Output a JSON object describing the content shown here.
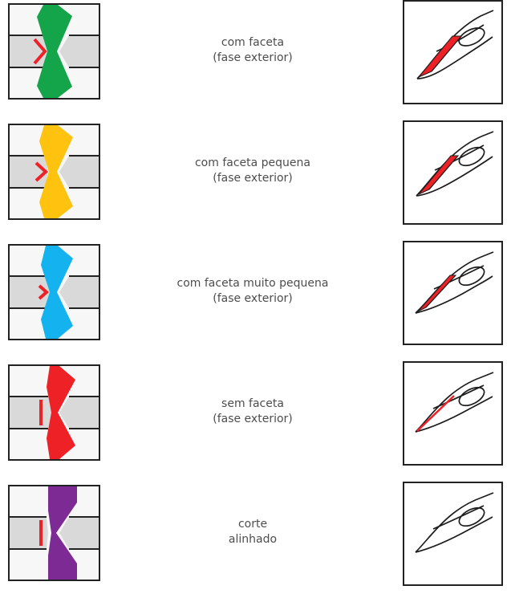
{
  "rows": [
    {
      "line1": "com faceta",
      "line2": "(fase exterior)",
      "color": "#14a54a",
      "variant": "faceta"
    },
    {
      "line1": "com faceta pequena",
      "line2": "(fase exterior)",
      "color": "#ffc20e",
      "variant": "faceta-pequena"
    },
    {
      "line1": "com faceta muito pequena",
      "line2": "(fase exterior)",
      "color": "#15b2f0",
      "variant": "faceta-muito-pequena"
    },
    {
      "line1": "sem faceta",
      "line2": "(fase exterior)",
      "color": "#ee2127",
      "variant": "sem-faceta"
    },
    {
      "line1": "corte",
      "line2": "alinhado",
      "color": "#7e2a95",
      "variant": "corte-alinhado"
    }
  ],
  "accent_color": "#ee2127"
}
